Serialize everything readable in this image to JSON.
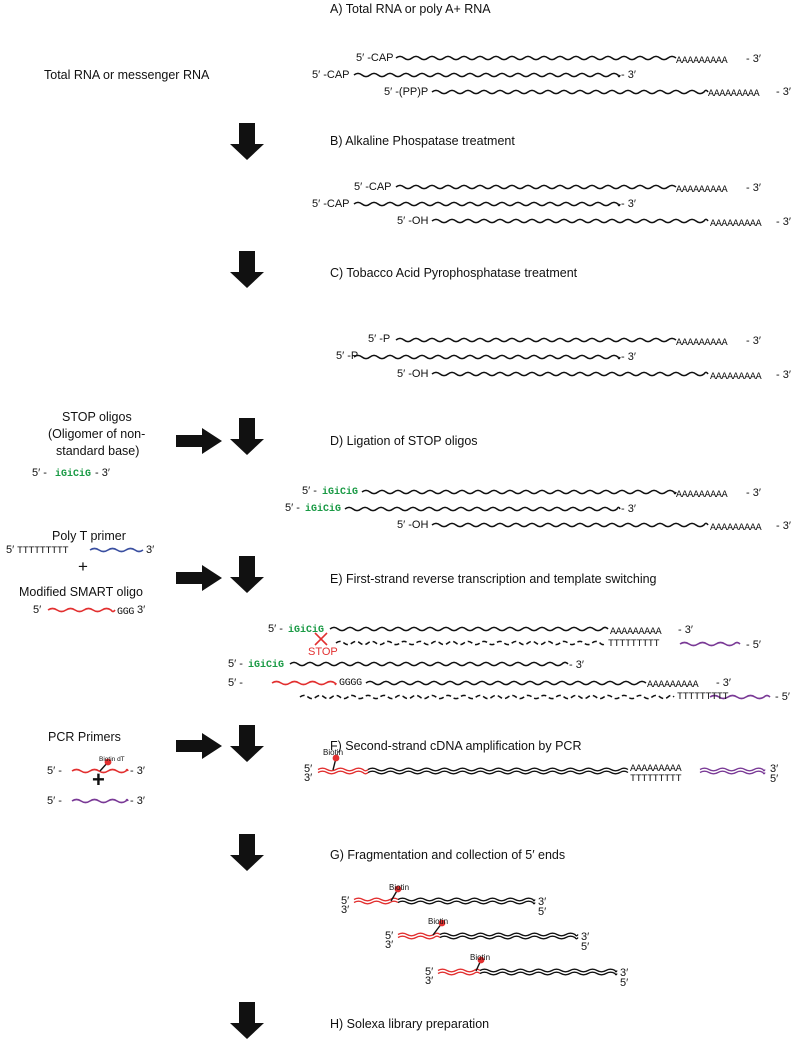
{
  "steps": {
    "a": "A) Total RNA or poly A+ RNA",
    "b": "B) Alkaline Phospatase treatment",
    "c": "C) Tobacco Acid Pyrophosphatase treatment",
    "d": "D) Ligation of STOP oligos",
    "e": "E) First-strand reverse transcription and template switching",
    "f": "F) Second-strand cDNA amplification by PCR",
    "g": "G) Fragmentation and collection of 5′ ends",
    "h": "H) Solexa library preparation"
  },
  "left": {
    "total_rna": "Total RNA or messenger RNA",
    "stop_oligos_1": "STOP oligos",
    "stop_oligos_2": "(Oligomer of non-",
    "stop_oligos_3": "standard base)",
    "stop_seq_5": "5′ -",
    "stop_seq": "iGiCiG",
    "stop_seq_3": "- 3′",
    "poly_t": "Poly T primer",
    "poly_t_5": "5′",
    "poly_t_seq": "TTTTTTTTT",
    "poly_t_3": "3′",
    "plus": "+",
    "smart": "Modified SMART oligo",
    "smart_5": "5′",
    "smart_seq": "GGG",
    "smart_3": "3′",
    "pcr": "PCR Primers",
    "biotin_dt": "Biotin dT",
    "pcr1_5": "5′ -",
    "pcr1_3": "- 3′",
    "pcr_plus": "+",
    "pcr2_5": "5′ -",
    "pcr2_3": "- 3′"
  },
  "labels": {
    "cap": "5′ -CAP",
    "pppp": "5′ -(PP)P",
    "oh": "5′ -OH",
    "p": "5′ -P",
    "polya": "AAAAAAAAA",
    "polyt": "TTTTTTTTT",
    "end3": "- 3′",
    "end5": "- 5′",
    "g5": "5′ -",
    "gggg": "GGGG",
    "iGiCiG": "iGiCiG",
    "stop": "STOP",
    "biotin": "Biotin",
    "five": "5′",
    "three": "3′"
  },
  "colors": {
    "red": "#e23030",
    "blue": "#3a4fa0",
    "purple": "#7a3a96",
    "green": "#1a9a45",
    "black": "#111111"
  }
}
